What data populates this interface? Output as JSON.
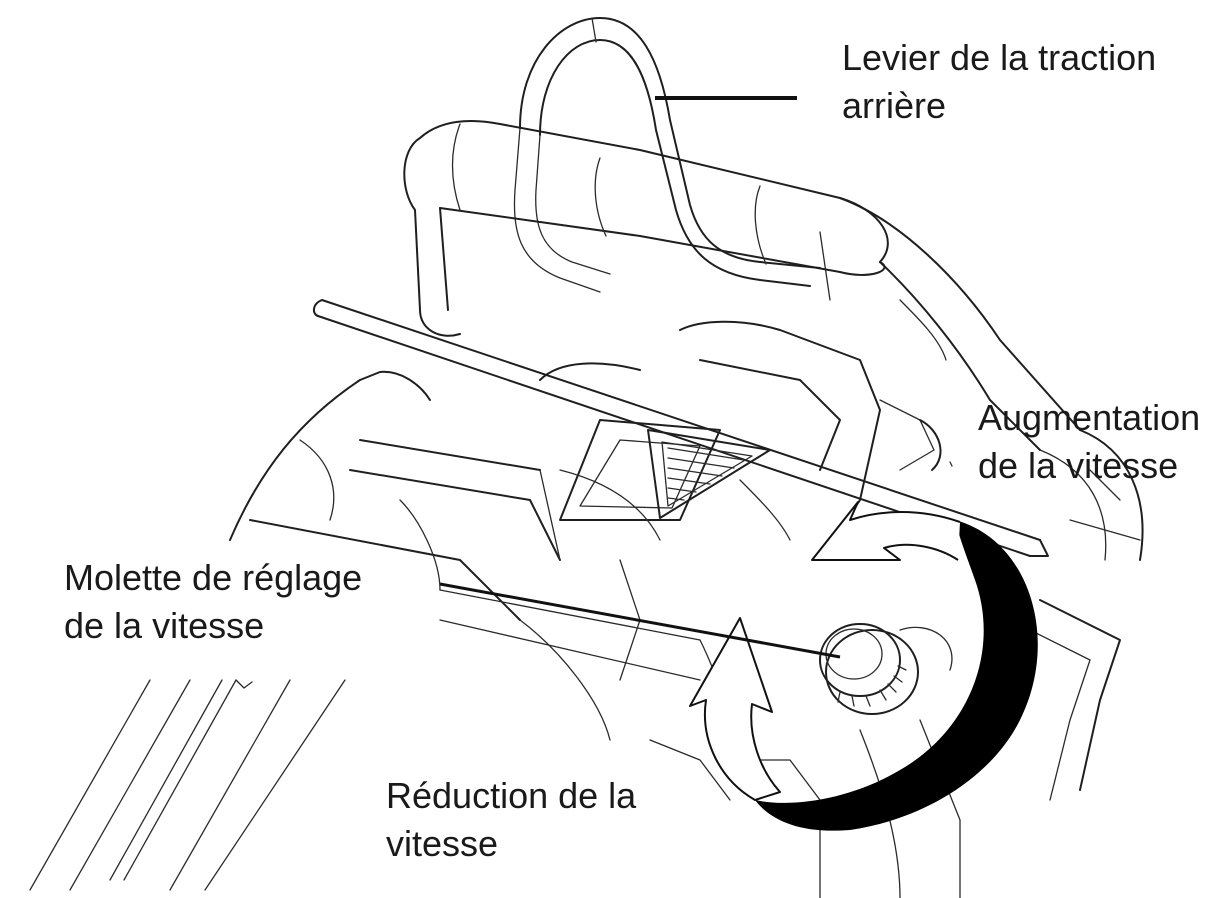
{
  "labels": {
    "rear_traction_lever": [
      "Levier de la traction",
      "arrière"
    ],
    "speed_increase": [
      "Augmentation",
      "de la vitesse"
    ],
    "speed_knob": [
      "Molette de réglage",
      "de la vitesse"
    ],
    "speed_decrease": [
      "Réduction de la",
      "vitesse"
    ]
  }
}
